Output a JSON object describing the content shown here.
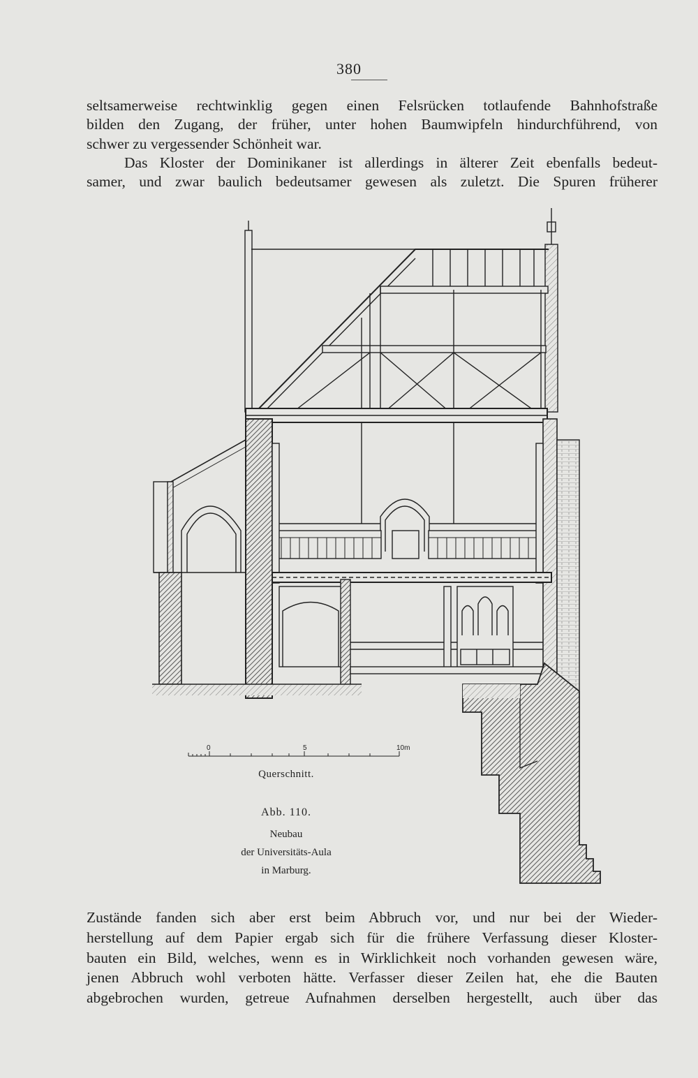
{
  "page": {
    "number": "380"
  },
  "top_paragraph": {
    "lines": [
      "seltsamerweise rechtwinklig gegen einen Felsrücken totlaufende Bahnhofstraße",
      "bilden den Zugang, der früher, unter hohen Baumwipfeln hindurchführend, von",
      "schwer zu vergessender Schönheit war.",
      "Das Kloster der Dominikaner ist allerdings in älterer Zeit ebenfalls bedeut-",
      "samer, und zwar baulich bedeutsamer gewesen als zuletzt. Die Spuren früherer"
    ]
  },
  "figure": {
    "scale": {
      "label_0": "0",
      "label_5": "5",
      "label_10": "10m"
    },
    "caption": {
      "section": "Querschnitt.",
      "number": "Abb. 110.",
      "line1": "Neubau",
      "line2": "der Universitäts-Aula",
      "line3": "in Marburg."
    }
  },
  "bottom_paragraph": {
    "lines": [
      "Zustände fanden sich aber erst beim Abbruch vor, und nur bei der Wieder-",
      "herstellung auf dem Papier ergab sich für die frühere Verfassung dieser Kloster-",
      "bauten ein Bild, welches, wenn es in Wirklichkeit noch vorhanden gewesen wäre,",
      "jenen Abbruch wohl verboten hätte. Verfasser dieser Zeilen hat, ehe die Bauten",
      "abgebrochen wurden, getreue Aufnahmen derselben hergestellt, auch über das"
    ]
  }
}
